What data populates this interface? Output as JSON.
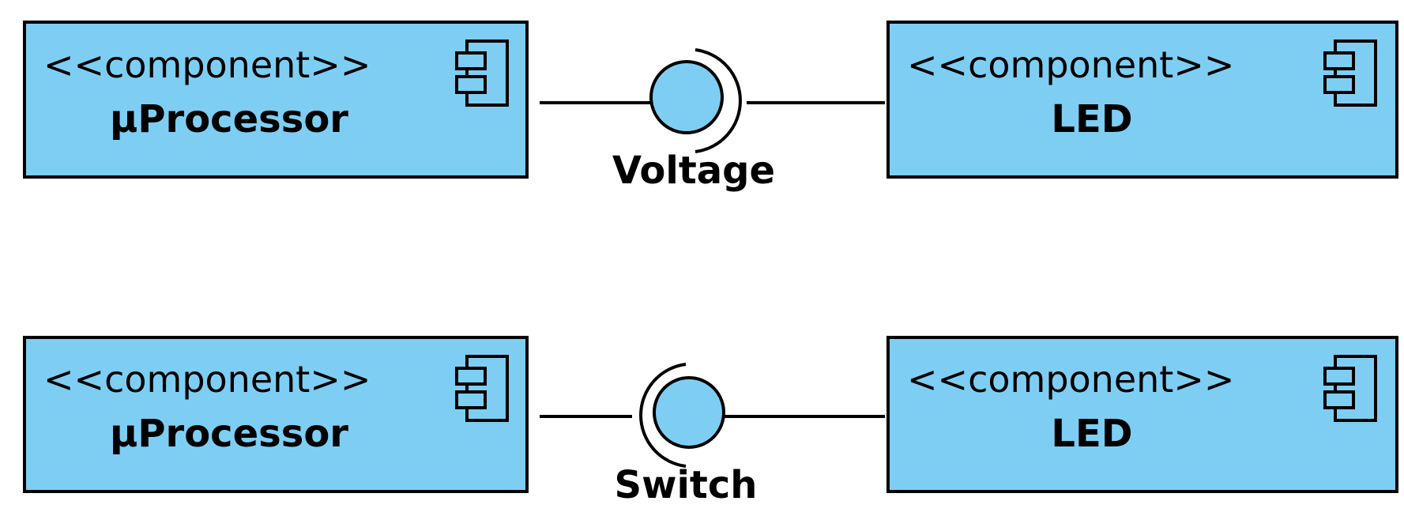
{
  "colors": {
    "component_fill": "#7ecef4",
    "stroke": "#000000"
  },
  "rows": [
    {
      "left": {
        "stereotype": "<<component>>",
        "name": "µProcessor",
        "icon": "component-icon"
      },
      "right": {
        "stereotype": "<<component>>",
        "name": "LED",
        "icon": "component-icon"
      },
      "interface": {
        "name": "Voltage",
        "kind": "ball-provided-right-socket"
      }
    },
    {
      "left": {
        "stereotype": "<<component>>",
        "name": "µProcessor",
        "icon": "component-icon"
      },
      "right": {
        "stereotype": "<<component>>",
        "name": "LED",
        "icon": "component-icon"
      },
      "interface": {
        "name": "Switch",
        "kind": "ball-provided-left-socket"
      }
    }
  ]
}
